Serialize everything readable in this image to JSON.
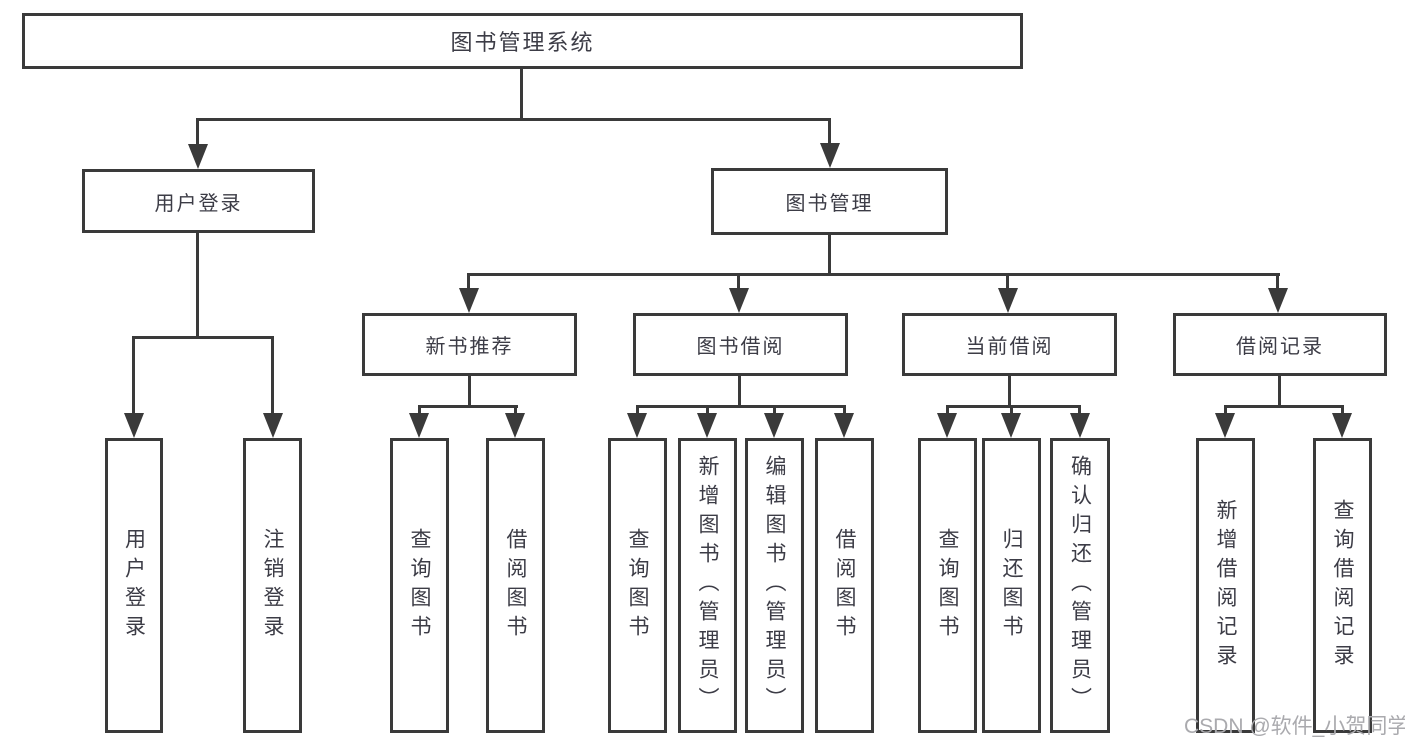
{
  "diagram": {
    "type": "hierarchy-tree",
    "colors": {
      "line": "#3a3a3a",
      "box_border": "#3a3a3a",
      "text": "#3c3c46",
      "background": "#ffffff",
      "watermark": "#aaaaae"
    },
    "tree": {
      "label": "图书管理系统",
      "children": [
        {
          "label": "用户登录",
          "children": [
            {
              "label": "用户登录"
            },
            {
              "label": "注销登录"
            }
          ]
        },
        {
          "label": "图书管理",
          "children": [
            {
              "label": "新书推荐",
              "children": [
                {
                  "label": "查询图书"
                },
                {
                  "label": "借阅图书"
                }
              ]
            },
            {
              "label": "图书借阅",
              "children": [
                {
                  "label": "查询图书"
                },
                {
                  "label": "新增图书（管理员）"
                },
                {
                  "label": "编辑图书（管理员）"
                },
                {
                  "label": "借阅图书"
                }
              ]
            },
            {
              "label": "当前借阅",
              "children": [
                {
                  "label": "查询图书"
                },
                {
                  "label": "归还图书"
                },
                {
                  "label": "确认归还（管理员）"
                }
              ]
            },
            {
              "label": "借阅记录",
              "children": [
                {
                  "label": "新增借阅记录"
                },
                {
                  "label": "查询借阅记录"
                }
              ]
            }
          ]
        }
      ]
    },
    "watermark": {
      "text": "CSDN @软件_小贺同学"
    }
  }
}
